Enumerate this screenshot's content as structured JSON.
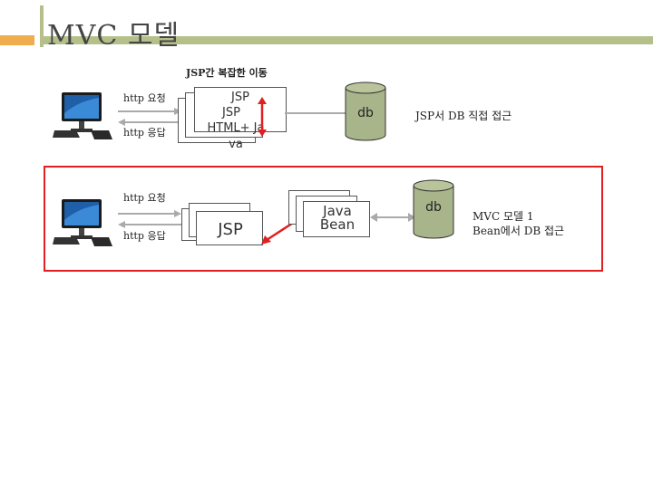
{
  "header": {
    "title": "MVC 모델"
  },
  "model1": {
    "caption": "JSP간 복잡한 이동",
    "request_label": "http 요청",
    "response_label": "http 응답",
    "jsp_stack_label_top": "JSP",
    "jsp_stack_label_mid": "JSP",
    "jsp_stack_label_bottom": "HTML+ Ja va",
    "db_label": "db",
    "note": "JSP서 DB 직접 접근"
  },
  "model2": {
    "request_label": "http 요청",
    "response_label": "http 응답",
    "jsp_label": "JSP",
    "bean_label": "Java Bean",
    "db_label": "db",
    "note_line1": "MVC 모델 1",
    "note_line2": "Bean에서 DB 접근"
  },
  "colors": {
    "accent": "#f0ad4e",
    "bar": "#b5bf8a",
    "frame": "#e02020",
    "db_fill": "#a8b48a"
  },
  "icons": [
    "computer-icon",
    "computer-icon"
  ]
}
